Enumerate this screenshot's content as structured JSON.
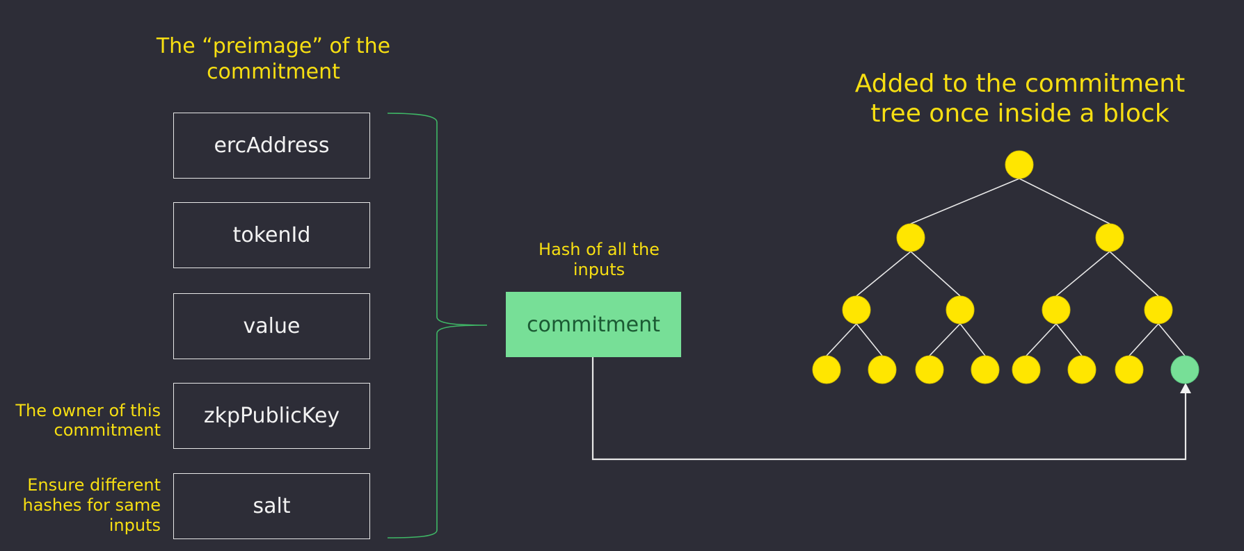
{
  "colors": {
    "background": "#2d2d37",
    "label_yellow": "#f7df12",
    "node_yellow": "#ffe600",
    "commitment_green": "#77df97",
    "brace_green": "#3fb866",
    "line_white": "#e8e8e8"
  },
  "preimage": {
    "title_line1": "The “preimage” of the",
    "title_line2": "commitment",
    "fields": [
      {
        "label": "ercAddress"
      },
      {
        "label": "tokenId"
      },
      {
        "label": "value"
      },
      {
        "label": "zkpPublicKey"
      },
      {
        "label": "salt"
      }
    ],
    "owner_note_line1": "The owner of this",
    "owner_note_line2": "commitment",
    "salt_note_line1": "Ensure different",
    "salt_note_line2": "hashes for same",
    "salt_note_line3": "inputs"
  },
  "commitment": {
    "label": "commitment",
    "note_line1": "Hash of all the",
    "note_line2": "inputs"
  },
  "tree": {
    "title_line1": "Added to the commitment",
    "title_line2": "tree once inside a block",
    "levels": 4,
    "highlighted_leaf_index": 7,
    "icon": "merkle-tree"
  }
}
